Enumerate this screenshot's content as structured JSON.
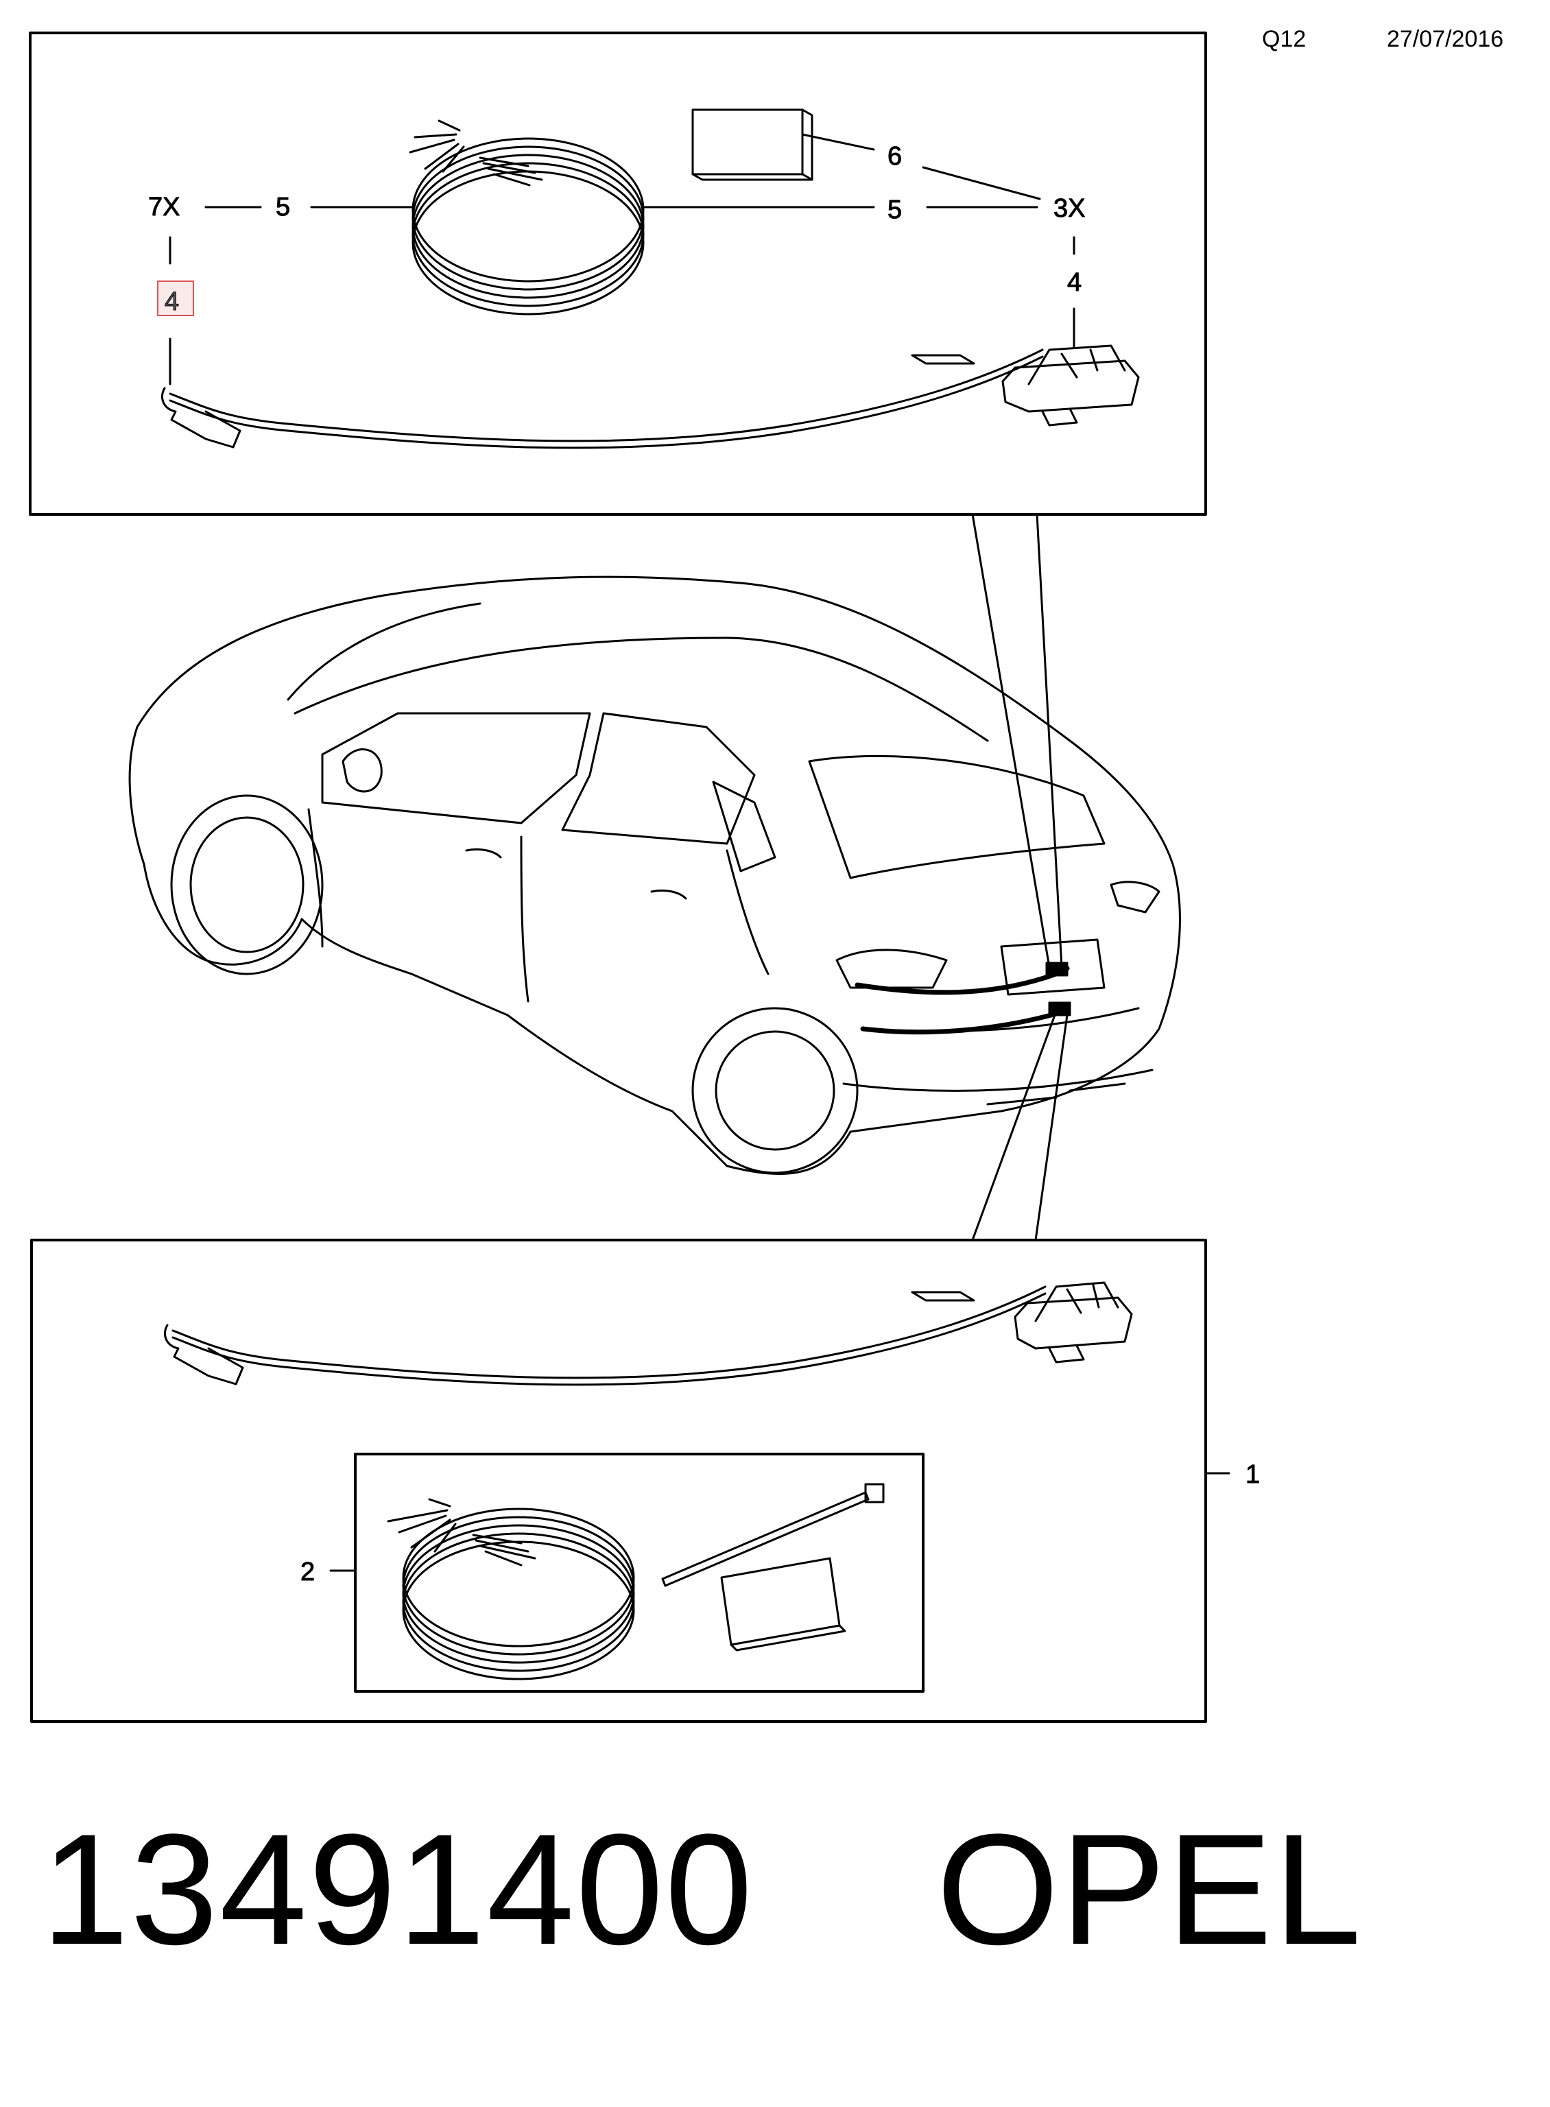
{
  "header": {
    "code": "Q12",
    "date": "27/07/2016"
  },
  "callouts": {
    "c7x": "7X",
    "c5a": "5",
    "c6": "6",
    "c5b": "5",
    "c3x": "3X",
    "c4a": "4",
    "c4b": "4",
    "c1": "1",
    "c2": "2"
  },
  "highlight_color": "#e05050",
  "footer": {
    "part_number": "13491400",
    "brand": "OPEL"
  }
}
